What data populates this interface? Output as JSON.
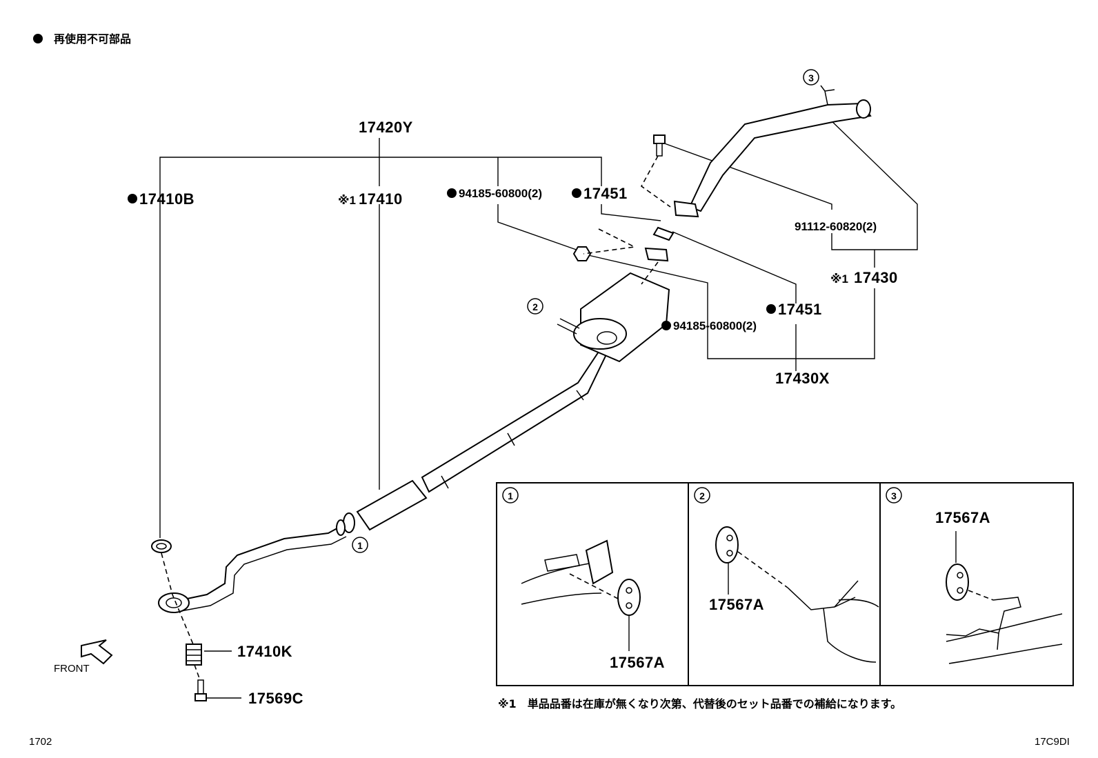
{
  "legend": {
    "bullet_symbol": "●",
    "text": "再使用不可部品"
  },
  "parts": {
    "p17420Y": "17420Y",
    "p17410B": "17410B",
    "p17410": "17410",
    "p17410_mark": "※1",
    "p94185_a": "94185-60800(2)",
    "p17451_a": "17451",
    "p91112": "91112-60820(2)",
    "p17430": "17430",
    "p17430_mark": "※1",
    "p17451_b": "17451",
    "p94185_b": "94185-60800(2)",
    "p17430X": "17430X",
    "p17410K": "17410K",
    "p17569C": "17569C",
    "p17567A_1": "17567A",
    "p17567A_2": "17567A",
    "p17567A_3": "17567A"
  },
  "callouts": {
    "c1": "①",
    "c2": "②",
    "c3": "③"
  },
  "insets": [
    {
      "number": "①"
    },
    {
      "number": "②"
    },
    {
      "number": "③"
    }
  ],
  "footnote": "※1　単品品番は在庫が無くなり次第、代替後のセット品番での補給になります。",
  "front_label": "FRONT",
  "footer": {
    "left": "1702",
    "right": "17C9DI"
  }
}
